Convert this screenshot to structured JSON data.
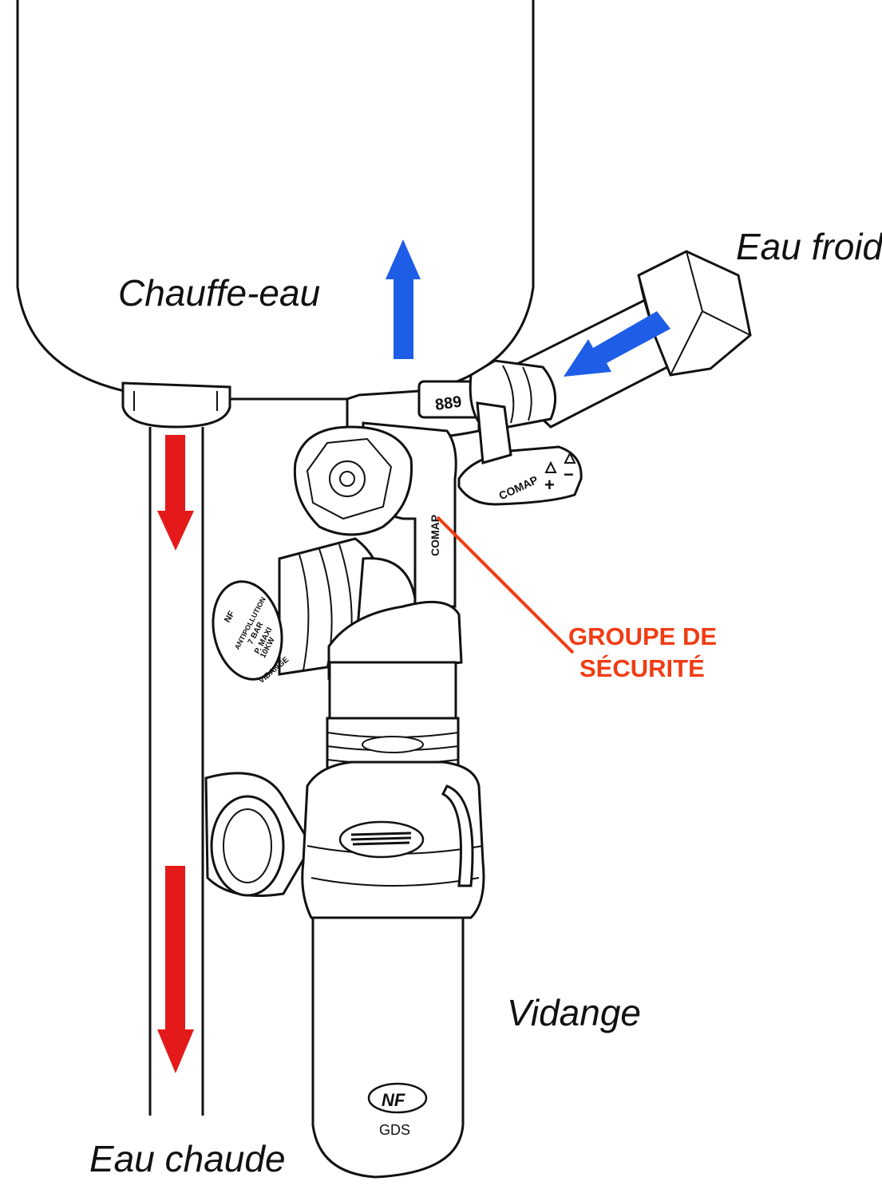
{
  "labels": {
    "heater": "Chauffe-eau",
    "cold_water": "Eau froide",
    "hot_water": "Eau chaude",
    "drain": "Vidange",
    "safety_group_line1": "GROUPE DE",
    "safety_group_line2": "SÉCURITÉ"
  },
  "device_markings": {
    "nut_number": "889",
    "brand": "COMAP",
    "valve_plus": "+",
    "valve_minus": "−",
    "cap_nf": "NF",
    "cap_text_1": "ANTIPOLLUTION",
    "cap_text_2": "7 BAR",
    "cap_text_3": "P. MAXI",
    "cap_text_4": "10KW",
    "cap_text_5": "VIDANGE",
    "siphon_nf": "NF",
    "siphon_gds": "GDS"
  },
  "colors": {
    "cold_arrow": "#1e5ee6",
    "hot_arrow": "#e41a1a",
    "callout": "#f03c14",
    "outline": "#111111"
  },
  "icons": {
    "cold_arrows": "arrow-blue-icon",
    "hot_arrows": "arrow-red-icon"
  }
}
